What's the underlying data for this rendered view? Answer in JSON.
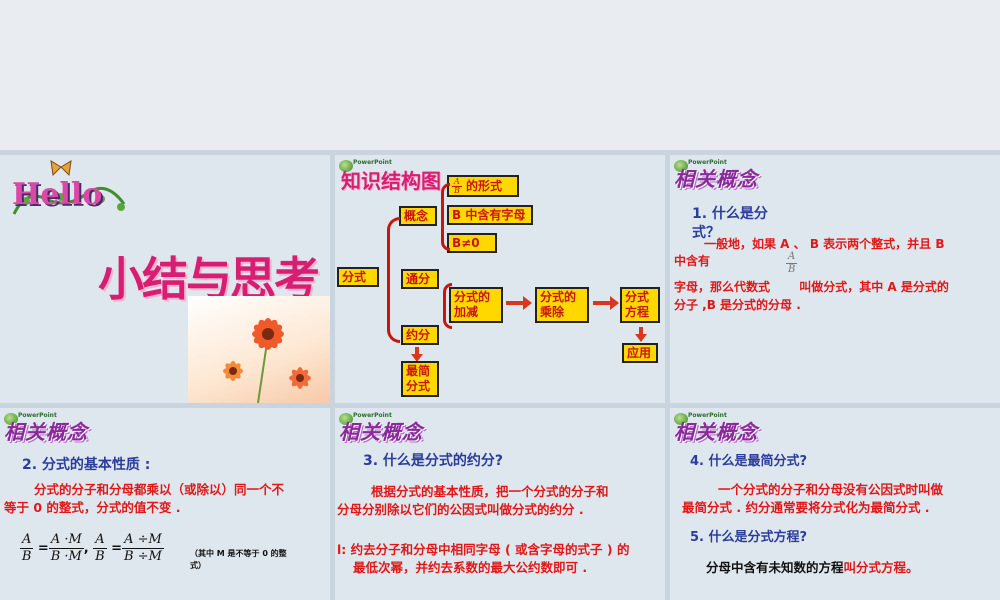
{
  "slide1": {
    "hello": "Hello",
    "title": "小结与思考"
  },
  "slide2": {
    "title": "知识结构图",
    "fraction_form": {
      "num": "A",
      "den": "B",
      "suffix": "的形式"
    },
    "b_has_letter": "B 中含有字母",
    "b_not_zero": "B≠0",
    "concept": "概念",
    "fenshi": "分式",
    "tongfen": "通分",
    "yuefen": "约分",
    "simplest": [
      "最简",
      "分式"
    ],
    "add_sub": [
      "分式的",
      "加减"
    ],
    "mul_div": [
      "分式的",
      "乘除"
    ],
    "equation": [
      "分式",
      "方程"
    ],
    "apply": "应用"
  },
  "slide3": {
    "heading": "相关概念",
    "q1_line1": "1. 什么是分",
    "q1_line2": "式？",
    "a1_line1": "一般地，如果 A 、 B 表示两个整式，并且 B",
    "a1_line2": "中含有",
    "frac": {
      "num": "A",
      "den": "B"
    },
    "a1_line3": "字母，那么代数式       叫做分式，其中 A 是分式的",
    "a1_line4": "分子 ,B 是分式的分母 ."
  },
  "slide4": {
    "heading": "相关概念",
    "q2": "2. 分式的基本性质 :",
    "a2_line1": "分式的分子和分母都乘以（或除以）同一个不",
    "a2_line2": "等于 0 的整式，分式的值不变 .",
    "formula": {
      "lhs_num": "A",
      "lhs_den": "B",
      "mid_num": "A ·M",
      "mid_den": "B ·M",
      "lhs2_num": "A",
      "lhs2_den": "B",
      "right_num": "A ÷M",
      "right_den": "B ÷M"
    },
    "note_line1": "（其中 M 是不等于 0 的整",
    "note_line2": "式）"
  },
  "slide5": {
    "heading": "相关概念",
    "q3": "3. 什么是分式的约分?",
    "a3_line1": "根据分式的基本性质，把一个分式的分子和",
    "a3_line2": "分母分别除以它们的公因式叫做分式的约分 .",
    "tip_line1": "l:  约去分子和分母中相同字母 ( 或含字母的式子 ) 的",
    "tip_line2": "最低次幂，并约去系数的最大公约数即可 ."
  },
  "slide6": {
    "heading": "相关概念",
    "q4": "4. 什么是最简分式?",
    "a4_line1": "一个分式的分子和分母没有公因式时叫做",
    "a4_line2": "最简分式 . 约分通常要将分式化为最简分式 .",
    "q5": "5. 什么是分式方程?",
    "a5_dark": "分母中含有未知数的方程",
    "a5_red": "叫分式方程。"
  }
}
